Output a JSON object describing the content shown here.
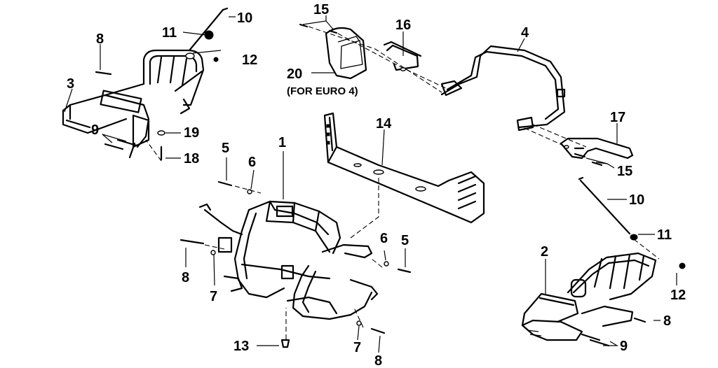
{
  "callouts": {
    "c1": "1",
    "c2": "2",
    "c3": "3",
    "c4": "4",
    "c5a": "5",
    "c5b": "5",
    "c6a": "6",
    "c6b": "6",
    "c7a": "7",
    "c7b": "7",
    "c8a": "8",
    "c8b": "8",
    "c8c": "8",
    "c8d": "8",
    "c9a": "9",
    "c9b": "9",
    "c10a": "10",
    "c10b": "10",
    "c11a": "11",
    "c11b": "11",
    "c12a": "12",
    "c12b": "12",
    "c13": "13",
    "c14": "14",
    "c15a": "15",
    "c15b": "15",
    "c16": "16",
    "c17": "17",
    "c18": "18",
    "c19": "19",
    "c20": "20"
  },
  "notes": {
    "euro4": "(FOR EURO 4)"
  }
}
